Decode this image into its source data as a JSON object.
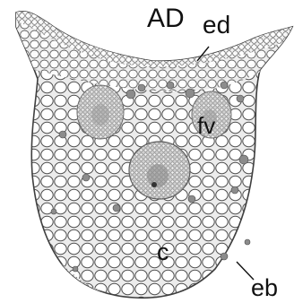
{
  "figure": {
    "title": "AD",
    "labels": {
      "ed": "ed",
      "fv": "fv",
      "c": "c",
      "eb": "eb"
    }
  },
  "colors": {
    "background": "#ffffff",
    "cell_wall": "#5a5a5a",
    "cell_fill": "#f7f7f7",
    "stained_cell": "#8c8c8c",
    "bundle_tissue": "#d2d2d2",
    "text": "#111111"
  }
}
